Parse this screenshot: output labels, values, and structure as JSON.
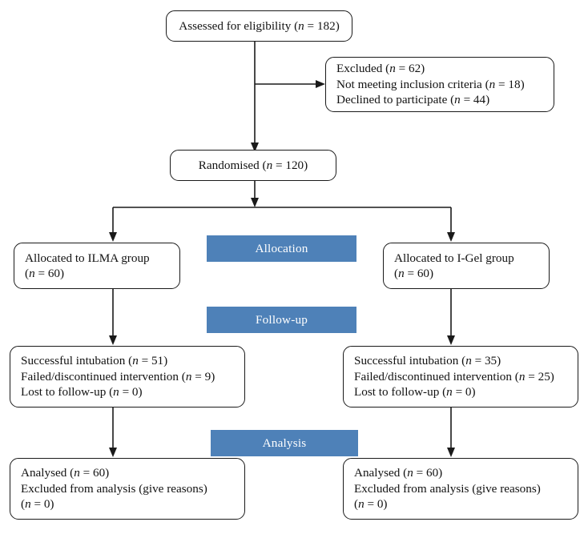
{
  "diagram": {
    "title": "CONSORT participant flow diagram",
    "accent_color": "#4e81b8",
    "box_border_color": "#1a1a1a",
    "background_color": "#ffffff"
  },
  "boxes": {
    "assessed": {
      "name": "assessed-for-eligibility-box",
      "lines": [
        {
          "pre": "Assessed for eligibility (",
          "italic": "n",
          "post": " = 182)"
        }
      ]
    },
    "excluded": {
      "name": "excluded-box",
      "lines": [
        {
          "pre": "Excluded (",
          "italic": "n",
          "post": " = 62)"
        },
        {
          "pre": "Not meeting inclusion criteria (",
          "italic": "n",
          "post": " = 18)"
        },
        {
          "pre": "Declined to participate (",
          "italic": "n",
          "post": " = 44)"
        }
      ]
    },
    "randomised": {
      "name": "randomised-box",
      "lines": [
        {
          "pre": "Randomised (",
          "italic": "n",
          "post": " = 120)"
        }
      ]
    },
    "allocated_left": {
      "name": "allocated-ilma-box",
      "lines": [
        {
          "pre": "Allocated to ILMA group",
          "italic": "",
          "post": ""
        },
        {
          "pre": "(",
          "italic": "n",
          "post": " = 60)"
        }
      ]
    },
    "allocated_right": {
      "name": "allocated-igel-box",
      "lines": [
        {
          "pre": "Allocated to I-Gel group",
          "italic": "",
          "post": ""
        },
        {
          "pre": "(",
          "italic": "n",
          "post": " = 60)"
        }
      ]
    },
    "followup_left": {
      "name": "followup-ilma-box",
      "lines": [
        {
          "pre": "Successful intubation (",
          "italic": "n",
          "post": " = 51)"
        },
        {
          "pre": "Failed/discontinued intervention (",
          "italic": "n",
          "post": " = 9)"
        },
        {
          "pre": "Lost to follow-up (",
          "italic": "n",
          "post": " = 0)"
        }
      ]
    },
    "followup_right": {
      "name": "followup-igel-box",
      "lines": [
        {
          "pre": "Successful intubation (",
          "italic": "n",
          "post": " = 35)"
        },
        {
          "pre": "Failed/discontinued intervention (",
          "italic": "n",
          "post": " = 25)"
        },
        {
          "pre": "Lost to follow-up (",
          "italic": "n",
          "post": " = 0)"
        }
      ]
    },
    "analysis_left": {
      "name": "analysed-ilma-box",
      "lines": [
        {
          "pre": "Analysed (",
          "italic": "n",
          "post": " = 60)"
        },
        {
          "pre": "Excluded from analysis (give reasons)",
          "italic": "",
          "post": ""
        },
        {
          "pre": "(",
          "italic": "n",
          "post": " = 0)"
        }
      ]
    },
    "analysis_right": {
      "name": "analysed-igel-box",
      "lines": [
        {
          "pre": "Analysed (",
          "italic": "n",
          "post": " = 60)"
        },
        {
          "pre": "Excluded from analysis (give reasons)",
          "italic": "",
          "post": ""
        },
        {
          "pre": "(",
          "italic": "n",
          "post": " = 0)"
        }
      ]
    }
  },
  "banners": {
    "allocation": {
      "label": "Allocation"
    },
    "followup": {
      "label": "Follow-up"
    },
    "analysis": {
      "label": "Analysis"
    }
  }
}
